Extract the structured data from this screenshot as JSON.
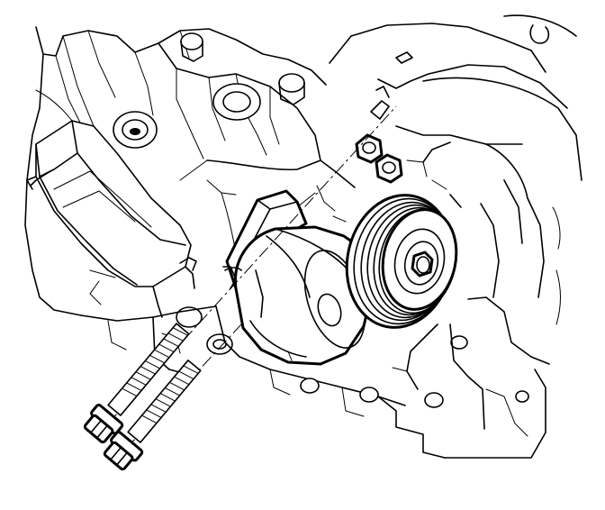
{
  "figure": {
    "components": [
      "engine-block",
      "timing-cover",
      "bracket",
      "belt-tensioner",
      "tensioner-pulley",
      "tensioner-bolt",
      "tensioner-bolt"
    ]
  }
}
